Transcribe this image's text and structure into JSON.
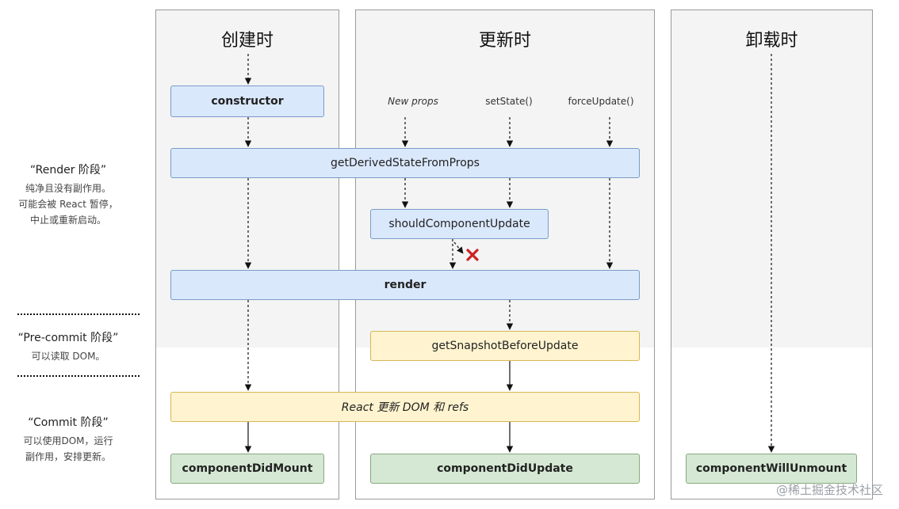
{
  "columns": {
    "mount": {
      "title": "创建时"
    },
    "update": {
      "title": "更新时"
    },
    "unmount": {
      "title": "卸载时"
    }
  },
  "phases": {
    "render": {
      "title": "“Render 阶段”",
      "desc": [
        "纯净且没有副作用。",
        "可能会被 React 暂停，",
        "中止或重新启动。"
      ]
    },
    "precommit": {
      "title": "“Pre-commit 阶段”",
      "desc": [
        "可以读取 DOM。"
      ]
    },
    "commit": {
      "title": "“Commit 阶段”",
      "desc": [
        "可以使用DOM，运行",
        "副作用，安排更新。"
      ]
    }
  },
  "triggers": {
    "new_props": "New props",
    "set_state": "setState()",
    "force_update": "forceUpdate()"
  },
  "methods": {
    "constructor": "constructor",
    "get_derived_state": "getDerivedStateFromProps",
    "should_component_update": "shouldComponentUpdate",
    "render": "render",
    "get_snapshot": "getSnapshotBeforeUpdate",
    "react_updates_dom": "React 更新 DOM 和 refs",
    "component_did_mount": "componentDidMount",
    "component_did_update": "componentDidUpdate",
    "component_will_unmount": "componentWillUnmount"
  },
  "colors": {
    "render_phase": "#dae8fc",
    "precommit_phase": "#fff4cf",
    "commit_phase": "#d5e8d4",
    "stop_mark": "#cc2222"
  },
  "watermark": "@稀土掘金技术社区"
}
